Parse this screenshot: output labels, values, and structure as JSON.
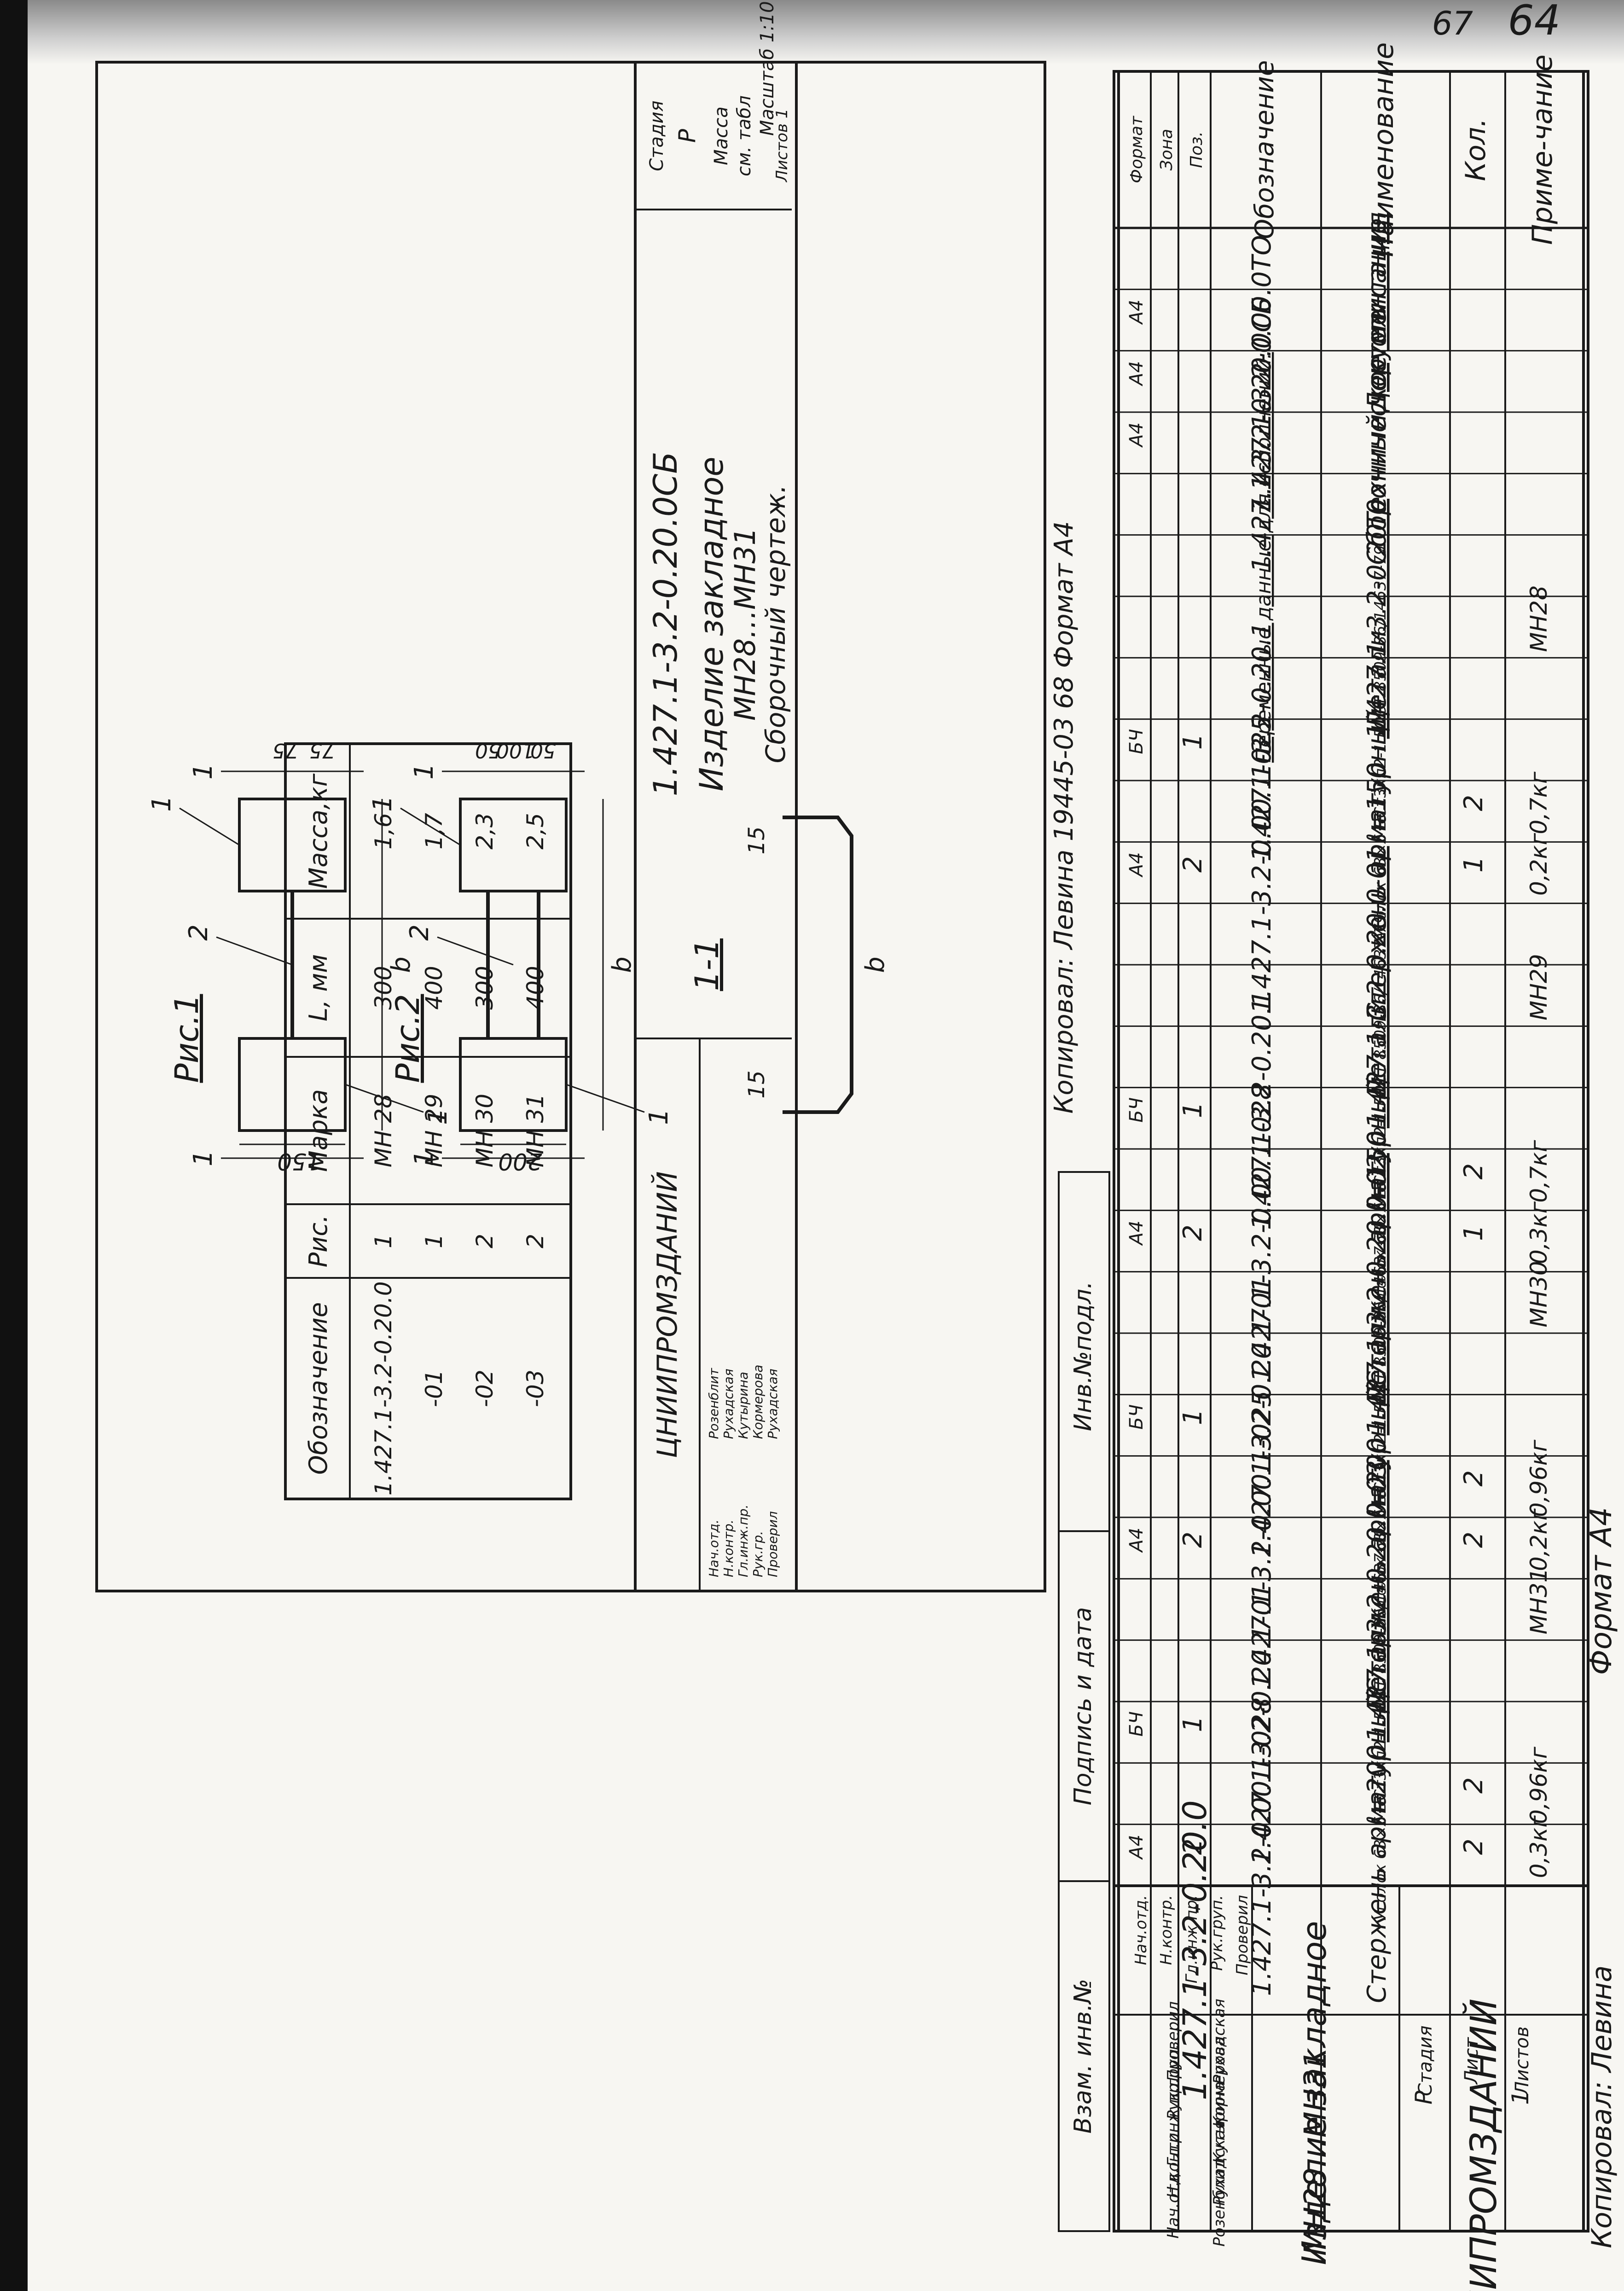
{
  "page_number": "64",
  "page_number_alt": "67",
  "format": "Формат А4",
  "copied_by": "Копировал: Левина",
  "copied_by_full": "Копировал: Левина 19445-03 68 Формат А4",
  "org": "ЦНИИПРОМЗДАНИЙ",
  "spec": {
    "headers": {
      "format": "Формат",
      "zone": "Зона",
      "pos": "Поз.",
      "designation": "Обозначение",
      "name": "Наименование",
      "qty": "Кол.",
      "note": "Приме-чание"
    },
    "rows": [
      {
        "fmt": "",
        "pos": "",
        "des": "",
        "name": "",
        "qty": "",
        "note": ""
      },
      {
        "fmt": "А4",
        "pos": "",
        "des": "",
        "name": "Документация",
        "qty": "",
        "note": "",
        "u": true
      },
      {
        "fmt": "А4",
        "pos": "",
        "des": "1.427.1-3.2-0.00.0ТО",
        "name": "Техническое описание",
        "qty": "",
        "note": ""
      },
      {
        "fmt": "А4",
        "pos": "",
        "des": "1.427.1-3.2-0.20.0СБ",
        "name": "Сборочный чертеж",
        "qty": "",
        "note": ""
      },
      {
        "fmt": "",
        "pos": "",
        "des": "",
        "name": "",
        "qty": "",
        "note": ""
      },
      {
        "fmt": "",
        "pos": "",
        "des": "Переменные данные для исполнений:",
        "name": "",
        "qty": "",
        "note": "",
        "u": true
      },
      {
        "fmt": "",
        "pos": "",
        "des": "",
        "name": "1.427.1-3.2-0.20.0",
        "qty": "",
        "note": "МН28",
        "u": true
      },
      {
        "fmt": "",
        "pos": "",
        "des": "",
        "name": "Детали",
        "qty": "",
        "note": "",
        "u": true
      },
      {
        "fmt": "БЧ",
        "pos": "1",
        "des": "1.427.1-3.2-0.20.1",
        "name": "Уголок 63×5 ВСт3кп2-1 ГОСТ 8509-86/14637-79",
        "qty": "",
        "note": ""
      },
      {
        "fmt": "",
        "pos": "",
        "des": "",
        "name": "ℓ=150",
        "qty": "2",
        "note": "0,7кг"
      },
      {
        "fmt": "А4",
        "pos": "2",
        "des": "1.427.1-3.2-0.00.1-025",
        "name": "Стержень арматурный",
        "qty": "1",
        "note": "0,2кг"
      },
      {
        "fmt": "",
        "pos": "",
        "des": "",
        "name": "",
        "qty": "",
        "note": ""
      },
      {
        "fmt": "",
        "pos": "",
        "des": "",
        "name": "1.427.1-3.2-0.20.0-01",
        "qty": "",
        "note": "МН29",
        "u": true
      },
      {
        "fmt": "",
        "pos": "",
        "des": "",
        "name": "Детали",
        "qty": "",
        "note": "",
        "u": true
      },
      {
        "fmt": "БЧ",
        "pos": "1",
        "des": "1.427.1-3.2-0.20.1",
        "name": "Уголок 63×5 ВСт3кп2-1 ГОСТ 8509-86/14637-79",
        "qty": "",
        "note": ""
      },
      {
        "fmt": "",
        "pos": "",
        "des": "",
        "name": "ℓ=150",
        "qty": "2",
        "note": "0,7кг"
      },
      {
        "fmt": "А4",
        "pos": "2",
        "des": "1.427.1-3.2-0.00.1-028",
        "name": "Стержень арматурный",
        "qty": "1",
        "note": "0,3кг"
      },
      {
        "fmt": "",
        "pos": "",
        "des": "",
        "name": "1.427.1-3.2-0.20.0-02",
        "qty": "",
        "note": "МН30",
        "u": true
      },
      {
        "fmt": "",
        "pos": "",
        "des": "",
        "name": "Детали",
        "qty": "",
        "note": "",
        "u": true
      },
      {
        "fmt": "БЧ",
        "pos": "1",
        "des": "1.427.1-3.2-0.20.1-01",
        "name": "Уголок 63×5 ВСт3кп2-1 ГОСТ 8509-86/14637-79",
        "qty": "",
        "note": ""
      },
      {
        "fmt": "",
        "pos": "",
        "des": "",
        "name": "ℓ=200",
        "qty": "2",
        "note": "0,96кг"
      },
      {
        "fmt": "А4",
        "pos": "2",
        "des": "1.427.1-3.2-0.00.1-025",
        "name": "Стержень арматурный",
        "qty": "2",
        "note": "0,2кг"
      },
      {
        "fmt": "",
        "pos": "",
        "des": "",
        "name": "1.427.1-3.2-0.20.0-03",
        "qty": "",
        "note": "МН31",
        "u": true
      },
      {
        "fmt": "",
        "pos": "",
        "des": "",
        "name": "Детали",
        "qty": "",
        "note": "",
        "u": true
      },
      {
        "fmt": "БЧ",
        "pos": "1",
        "des": "1.427.1-3.2-0.20.1-01",
        "name": "Уголок 63×5 ВСт3кп2-1 ГОСТ 8509-86/14637-79",
        "qty": "",
        "note": ""
      },
      {
        "fmt": "",
        "pos": "",
        "des": "",
        "name": "ℓ=200",
        "qty": "2",
        "note": "0,96кг"
      },
      {
        "fmt": "А4",
        "pos": "2",
        "des": "1.427.1-3.2-0.00.1-028",
        "name": "Стержень арматурный",
        "qty": "2",
        "note": "0,3кг"
      }
    ],
    "title_block": {
      "code": "1.427.1-3.2-0.20.0",
      "title": "Изделие закладное",
      "subtitle": "МН28…МН31",
      "stage_h": "Стадия",
      "sheet_h": "Лист",
      "sheets_h": "Листов",
      "stage": "Р",
      "sheet": "",
      "sheets": "1",
      "people": [
        {
          "role": "Нач.отд.",
          "name": "Розенблит"
        },
        {
          "role": "Н.контр.",
          "name": "Рухадская"
        },
        {
          "role": "Гл.инж.пр.",
          "name": "Кутырина"
        },
        {
          "role": "Рук.груп.",
          "name": "Кормерова"
        },
        {
          "role": "Проверил",
          "name": "Рухадская"
        }
      ]
    }
  },
  "drawing": {
    "fig1": "Рис.1",
    "fig2": "Рис.2",
    "section": "1-1",
    "section_mark": "1",
    "leader_1": "1",
    "leader_2": "2",
    "dim_b": "b",
    "dim_150": "150",
    "dim_200": "200",
    "dim_75a": "75",
    "dim_75b": "75",
    "dim_50a": "50",
    "dim_100": "100",
    "dim_50b": "50",
    "dim_15a": "15",
    "dim_15b": "15",
    "table": {
      "headers": [
        "Обозначение",
        "Рис.",
        "Марка",
        "L, мм",
        "Масса,кг"
      ],
      "rows": [
        [
          "1.427.1-3.2-0.20.0",
          "1",
          "МН 28",
          "300",
          "1,6"
        ],
        [
          "-01",
          "1",
          "МН 29",
          "400",
          "1,7"
        ],
        [
          "-02",
          "2",
          "МН 30",
          "300",
          "2,3"
        ],
        [
          "-03",
          "2",
          "МН 31",
          "400",
          "2,5"
        ]
      ]
    },
    "side_stamps": [
      "Взам. инв.№",
      "Подпись и дата",
      "Инв.№подл."
    ],
    "title_block": {
      "code": "1.427.1-3.2-0.20.0СБ",
      "title": "Изделие закладное",
      "subtitle": "МН28…МН31",
      "kind": "Сборочный чертеж.",
      "stage_h": "Стадия",
      "mass_h": "Масса",
      "scale_h": "Масштаб",
      "stage": "Р",
      "mass": "см. табл",
      "scale": "1:10",
      "sheet_h": "Лист",
      "sheets_h": "Листов",
      "sheets": "1",
      "people": [
        {
          "role": "Нач.отд.",
          "name": "Розенблит"
        },
        {
          "role": "Н.контр.",
          "name": "Рухадская"
        },
        {
          "role": "Гл.инж.пр.",
          "name": "Кутырина"
        },
        {
          "role": "Рук.гр.",
          "name": "Кормерова"
        },
        {
          "role": "Проверил",
          "name": "Рухадская"
        }
      ]
    }
  }
}
